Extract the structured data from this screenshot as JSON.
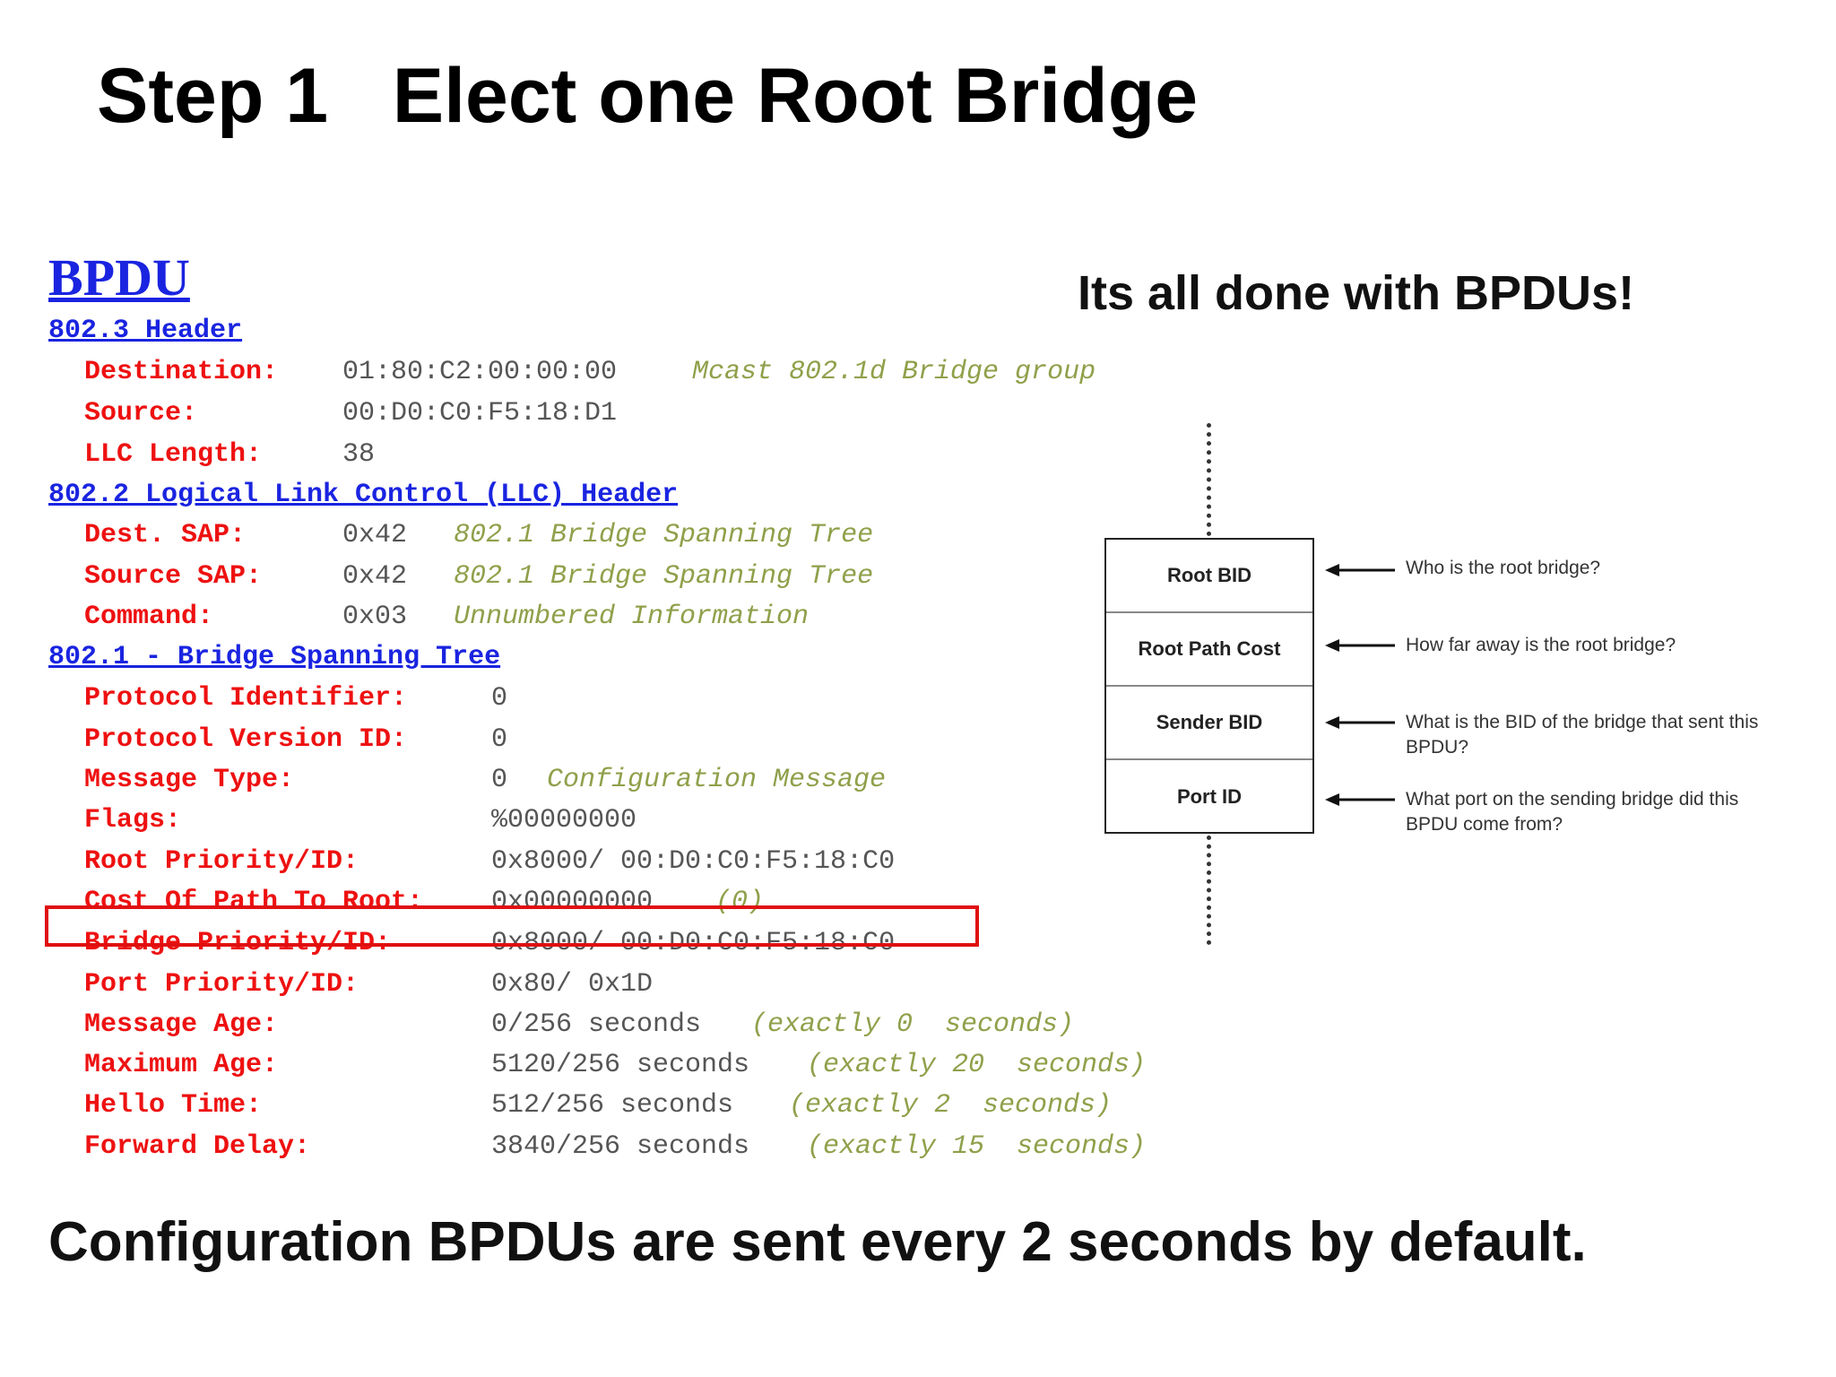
{
  "title": "Step 1   Elect one Root Bridge",
  "subtitle": "Its all done with BPDUs!",
  "footer": "Configuration BPDUs are sent every 2 seconds by default.",
  "bpdu": {
    "heading": "BPDU",
    "header_8023": {
      "label": "802.3 Header",
      "destination": {
        "field": "Destination:",
        "value": "01:80:C2:00:00:00",
        "note": "Mcast 802.1d Bridge group"
      },
      "source": {
        "field": "Source:",
        "value": "00:D0:C0:F5:18:D1"
      },
      "llc_length": {
        "field": "LLC Length:",
        "value": "38"
      }
    },
    "header_8022": {
      "label": "802.2 Logical Link Control (LLC) Header",
      "dest_sap": {
        "field": "Dest. SAP:",
        "value": "0x42",
        "note": "802.1 Bridge Spanning Tree"
      },
      "source_sap": {
        "field": "Source SAP:",
        "value": "0x42",
        "note": "802.1 Bridge Spanning Tree"
      },
      "command": {
        "field": "Command:",
        "value": "0x03",
        "note": "Unnumbered Information"
      }
    },
    "header_8021": {
      "label": "802.1 - Bridge Spanning Tree",
      "protocol_identifier": {
        "field": "Protocol Identifier:",
        "value": "0"
      },
      "protocol_version": {
        "field": "Protocol Version ID:",
        "value": "0"
      },
      "message_type": {
        "field": "Message Type:",
        "value": "0",
        "note": "Configuration Message"
      },
      "flags": {
        "field": "Flags:",
        "value": "%00000000"
      },
      "root_priority": {
        "field": "Root Priority/ID:",
        "value": "0x8000/ 00:D0:C0:F5:18:C0"
      },
      "cost_of_path": {
        "field": "Cost Of Path To Root:",
        "value": "0x00000000",
        "note": "(0)"
      },
      "bridge_priority": {
        "field": "Bridge Priority/ID:",
        "value": "0x8000/ 00:D0:C0:F5:18:C0"
      },
      "port_priority": {
        "field": "Port Priority/ID:",
        "value": "0x80/ 0x1D"
      },
      "message_age": {
        "field": "Message Age:",
        "value": "0/256 seconds",
        "note": "(exactly 0  seconds)"
      },
      "maximum_age": {
        "field": "Maximum Age:",
        "value": "5120/256 seconds",
        "note": "(exactly 20  seconds)"
      },
      "hello_time": {
        "field": "Hello Time:",
        "value": "512/256 seconds",
        "note": "(exactly 2  seconds)"
      },
      "forward_delay": {
        "field": "Forward Delay:",
        "value": "3840/256 seconds",
        "note": "(exactly 15  seconds)"
      }
    }
  },
  "diagram": {
    "cells": [
      {
        "label": "Root BID",
        "question": "Who is the root bridge?"
      },
      {
        "label": "Root Path Cost",
        "question": "How far away is the root bridge?"
      },
      {
        "label": "Sender BID",
        "question": "What is the BID of the bridge that sent this BPDU?"
      },
      {
        "label": "Port ID",
        "question": "What port on the sending bridge did this BPDU come from?"
      }
    ]
  },
  "colors": {
    "section_link": "#1a24e0",
    "field_label": "#ee1111",
    "value": "#555555",
    "note": "#8fa04a",
    "highlight_box": "#e01010"
  }
}
